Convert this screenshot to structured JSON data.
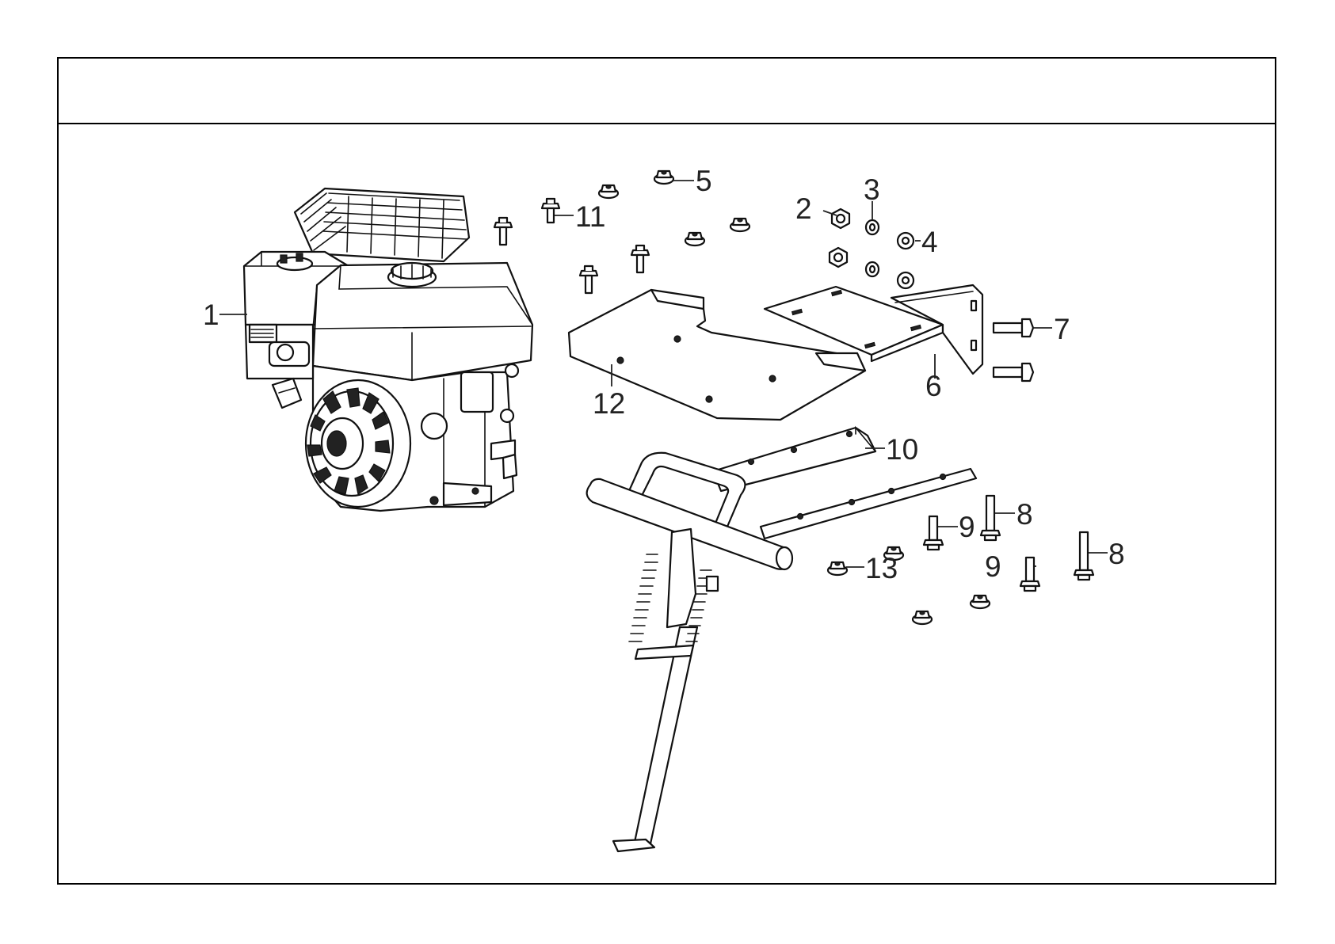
{
  "title": "",
  "callouts": [
    {
      "id": "label-1",
      "text": "1"
    },
    {
      "id": "label-2",
      "text": "2"
    },
    {
      "id": "label-3",
      "text": "3"
    },
    {
      "id": "label-4",
      "text": "4"
    },
    {
      "id": "label-5",
      "text": "5"
    },
    {
      "id": "label-6",
      "text": "6"
    },
    {
      "id": "label-7",
      "text": "7"
    },
    {
      "id": "label-8a",
      "text": "8"
    },
    {
      "id": "label-8b",
      "text": "8"
    },
    {
      "id": "label-9a",
      "text": "9"
    },
    {
      "id": "label-9b",
      "text": "9"
    },
    {
      "id": "label-10",
      "text": "10"
    },
    {
      "id": "label-11",
      "text": "11"
    },
    {
      "id": "label-12",
      "text": "12"
    },
    {
      "id": "label-13",
      "text": "13"
    }
  ],
  "colors": {
    "line": "#111111",
    "background": "#ffffff"
  }
}
